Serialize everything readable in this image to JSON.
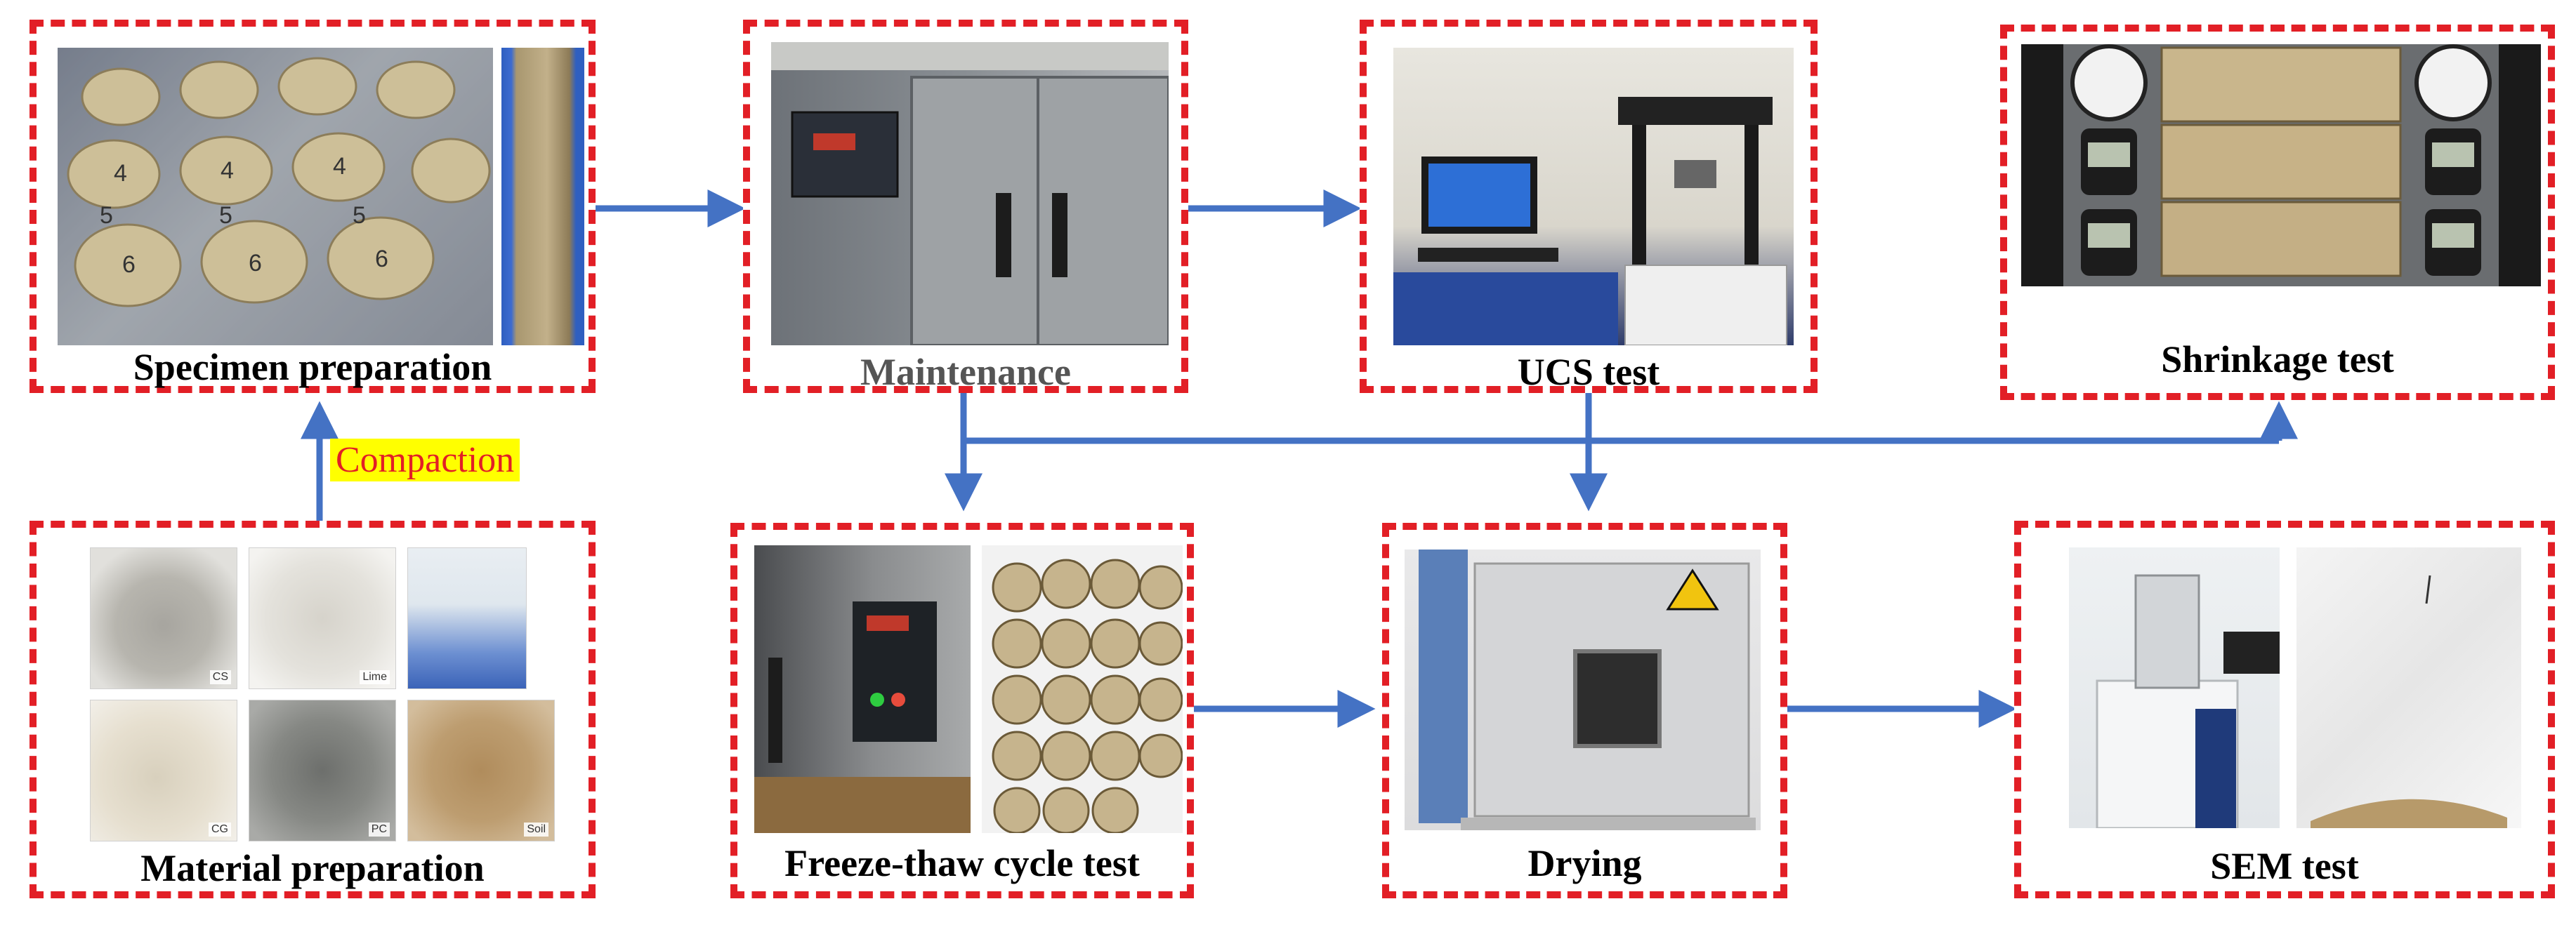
{
  "steps": {
    "specimen_preparation": "Specimen preparation",
    "maintenance": "Maintenance",
    "ucs_test": "UCS test",
    "shrinkage_test": "Shrinkage test",
    "material_preparation": "Material preparation",
    "freeze_thaw": "Freeze-thaw cycle test",
    "drying": "Drying",
    "sem_test": "SEM test"
  },
  "compaction_label": "Compaction",
  "material_tags": [
    "CS",
    "Lime",
    "CG",
    "PC",
    "Soil"
  ],
  "specimen_numbers": [
    "4",
    "4",
    "4",
    "5",
    "5",
    "5",
    "6",
    "6",
    "6"
  ],
  "colors": {
    "dashed_border": "#e21f26",
    "arrow": "#4472c4",
    "highlight": "#ffff00"
  }
}
